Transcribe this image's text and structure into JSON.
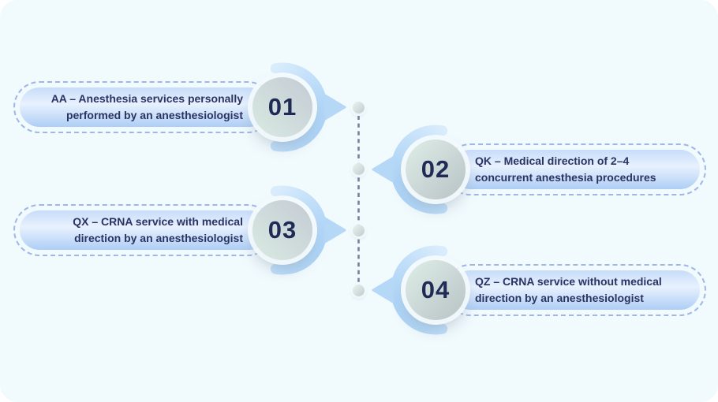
{
  "canvas": {
    "background": "#f1fafd",
    "accent_blue": "#b5d8f7",
    "pill_border_color": "#9fb7e6",
    "text_color": "#2b3363",
    "number_color": "#1f2a55"
  },
  "items": [
    {
      "number": "01",
      "side": "left",
      "lines": [
        "AA – Anesthesia services personally",
        "performed by an anesthesiologist"
      ]
    },
    {
      "number": "02",
      "side": "right",
      "lines": [
        "QK – Medical direction of 2–4",
        "concurrent anesthesia procedures"
      ]
    },
    {
      "number": "03",
      "side": "left",
      "lines": [
        "QX – CRNA service with medical",
        "direction by an anesthesiologist"
      ]
    },
    {
      "number": "04",
      "side": "right",
      "lines": [
        "QZ – CRNA service without medical",
        "direction by an anesthesiologist"
      ]
    }
  ],
  "timeline": {
    "dot_count": 4
  }
}
